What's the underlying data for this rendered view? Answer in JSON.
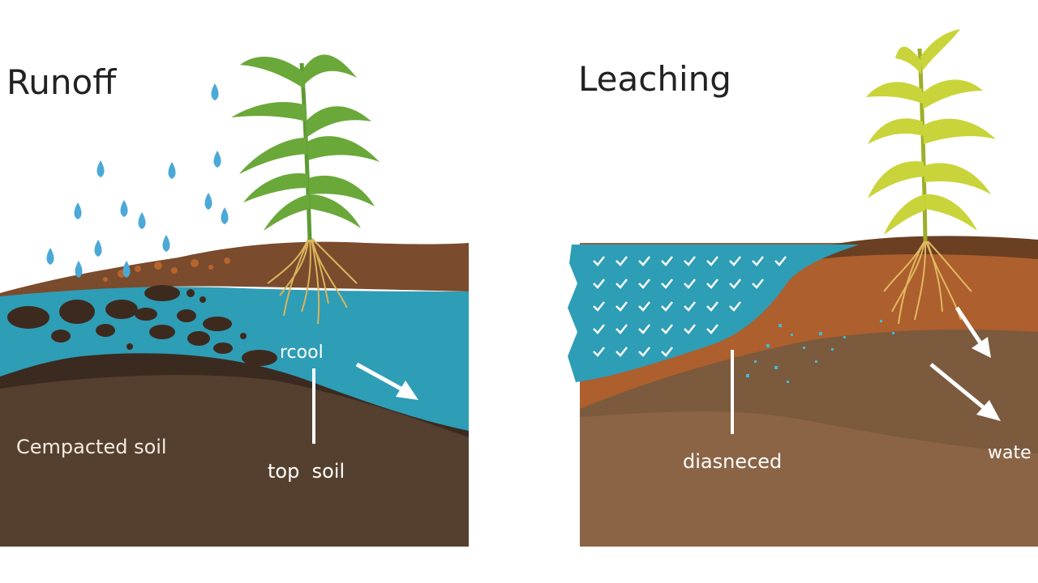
{
  "runoff": {
    "title": "Runoff",
    "label_pool": "rcool",
    "label_compacted": "Cempacted soil",
    "label_topsoil": "top  soil"
  },
  "leaching": {
    "title": "Leaching",
    "label_dissolved": "diasneced",
    "label_water": "wate"
  },
  "colors": {
    "water": "#2f9bb5",
    "water_light": "#3aaac4",
    "topsoil": "#7a4a2a",
    "compacted": "#5c4030",
    "subsoil_leach": "#8a6445",
    "orange_soil": "#b5652e",
    "stone": "#3d2a1e",
    "plant_green": "#6aa83a",
    "plant_yellow": "#c9d43a",
    "roots": "#d9b45a",
    "rain": "#4ba9d8"
  }
}
